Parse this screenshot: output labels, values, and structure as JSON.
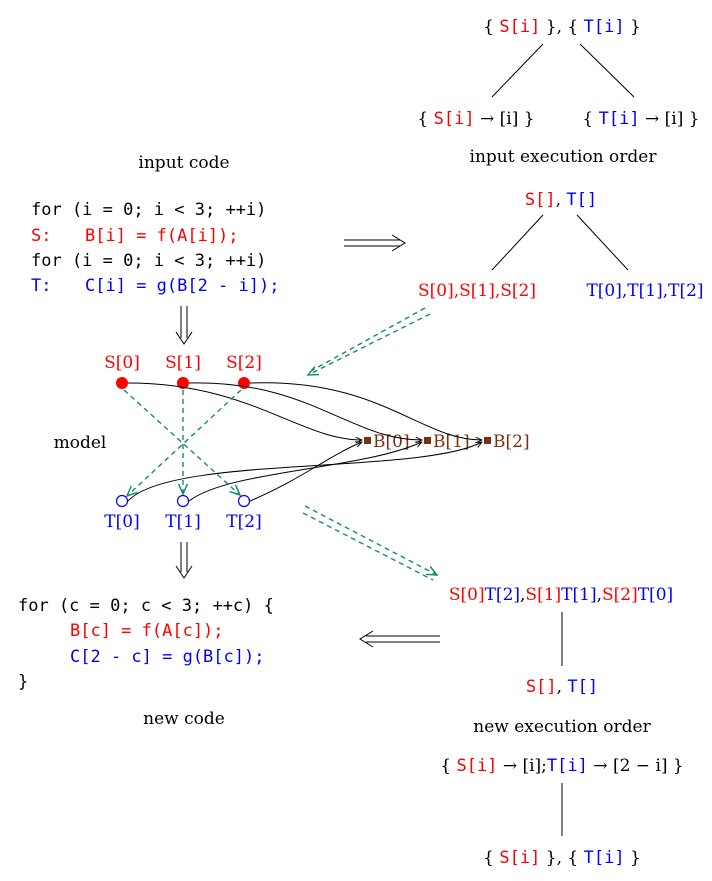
{
  "colors": {
    "stmt_s": "#ff0000",
    "stmt_t": "#0000ff",
    "array_b": "#7a2e12",
    "dependence": "#1a8a6e",
    "text": "#000000"
  },
  "captions": {
    "input_code": "input code",
    "input_order": "input execution order",
    "model": "model",
    "new_code": "new code",
    "new_order": "new execution order"
  },
  "input_code": {
    "line1": "for (i = 0; i < 3; ++i)",
    "line2_label": "S:",
    "line2_body": "B[i] = f(A[i]);",
    "line3": "for (i = 0; i < 3; ++i)",
    "line4_label": "T:",
    "line4_body": "C[i] = g(B[2 - i]);"
  },
  "new_code": {
    "line1": "for (c = 0; c < 3; ++c) {",
    "line2": "B[c] = f(A[c]);",
    "line3": "C[2 - c] = g(B[c]);",
    "line4": "}"
  },
  "schedule_tree_top": {
    "root": {
      "s": "S[i]",
      "sep": ", ",
      "t": "T[i]"
    },
    "left": {
      "s": "S[i]",
      "arrow": "→",
      "dom": "[i]"
    },
    "right": {
      "t": "T[i]",
      "arrow": "→",
      "dom": "[i]"
    }
  },
  "input_order_tree": {
    "root": {
      "s": "S[]",
      "sep": ", ",
      "t": "T[]"
    },
    "left": "S[0],S[1],S[2]",
    "right": "T[0],T[1],T[2]"
  },
  "model": {
    "s_nodes": [
      "S[0]",
      "S[1]",
      "S[2]"
    ],
    "t_nodes": [
      "T[0]",
      "T[1]",
      "T[2]"
    ],
    "b_nodes": [
      "B[0]",
      "B[1]",
      "B[2]"
    ]
  },
  "new_order_tree": {
    "root": {
      "s0": "S[0]",
      "t2": "T[2]",
      "s1": "S[1]",
      "t1": "T[1]",
      "s2": "S[2]",
      "t0": "T[0]"
    },
    "child": {
      "s": "S[]",
      "sep": ", ",
      "t": "T[]"
    }
  },
  "schedule_tree_bottom": {
    "root": {
      "s": "S[i]",
      "arrow1": "→",
      "dom1": "[i];",
      "t": "T[i]",
      "arrow2": "→",
      "dom2": "[2 − i]"
    },
    "child": {
      "s": "S[i]",
      "sep": ", ",
      "t": "T[i]"
    }
  }
}
